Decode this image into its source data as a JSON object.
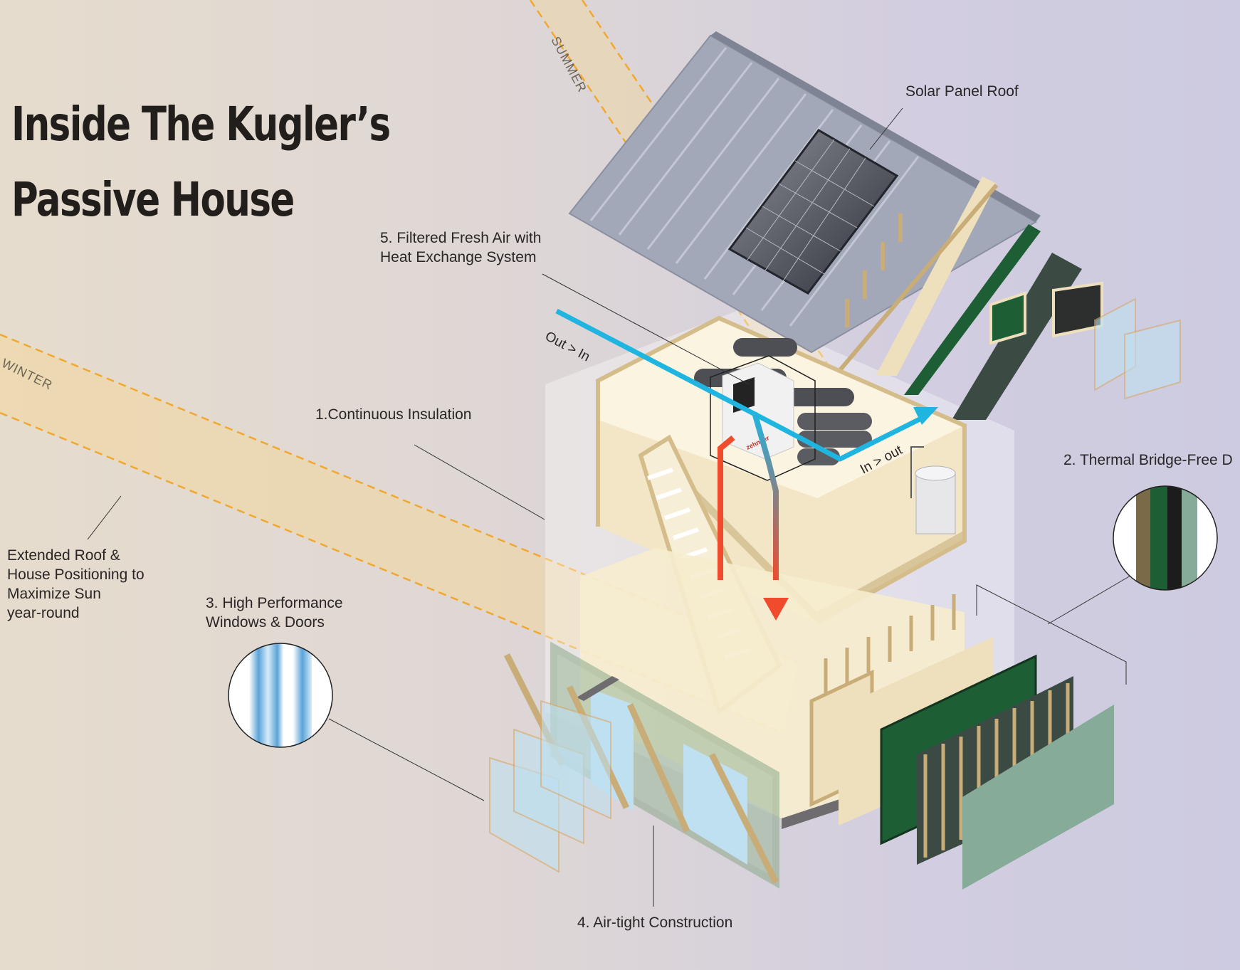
{
  "title": "Inside The Kugler’s\nPassive House",
  "labels": {
    "summer": "SUMMER",
    "winter": "WINTER",
    "solar_panel_roof": "Solar Panel Roof",
    "fresh_air": "5. Filtered Fresh Air with\nHeat Exchange System",
    "out_in": "Out > In",
    "in_out": "In > out",
    "insulation": "1.Continuous Insulation",
    "thermal_bridge": "2. Thermal Bridge-Free D",
    "extended_roof": "Extended Roof &\nHouse Positioning to\nMaximize Sun\nyear-round",
    "windows": "3. High Performance\nWindows & Doors",
    "airtight": "4. Air-tight Construction",
    "brand": "zehnder"
  },
  "colors": {
    "sun_band": "#f2d79c",
    "sun_dash": "#f0a830",
    "roof": "#a2a8b8",
    "wall_cream": "#f3e6c6",
    "wood_frame": "#c9ad78",
    "green_panel": "#1d5e35",
    "sage_panel": "#87ab99",
    "fresh_air_duct": "#1fb5e0",
    "warm_duct": "#ef4b2c",
    "glass": "#bfe0f0"
  }
}
